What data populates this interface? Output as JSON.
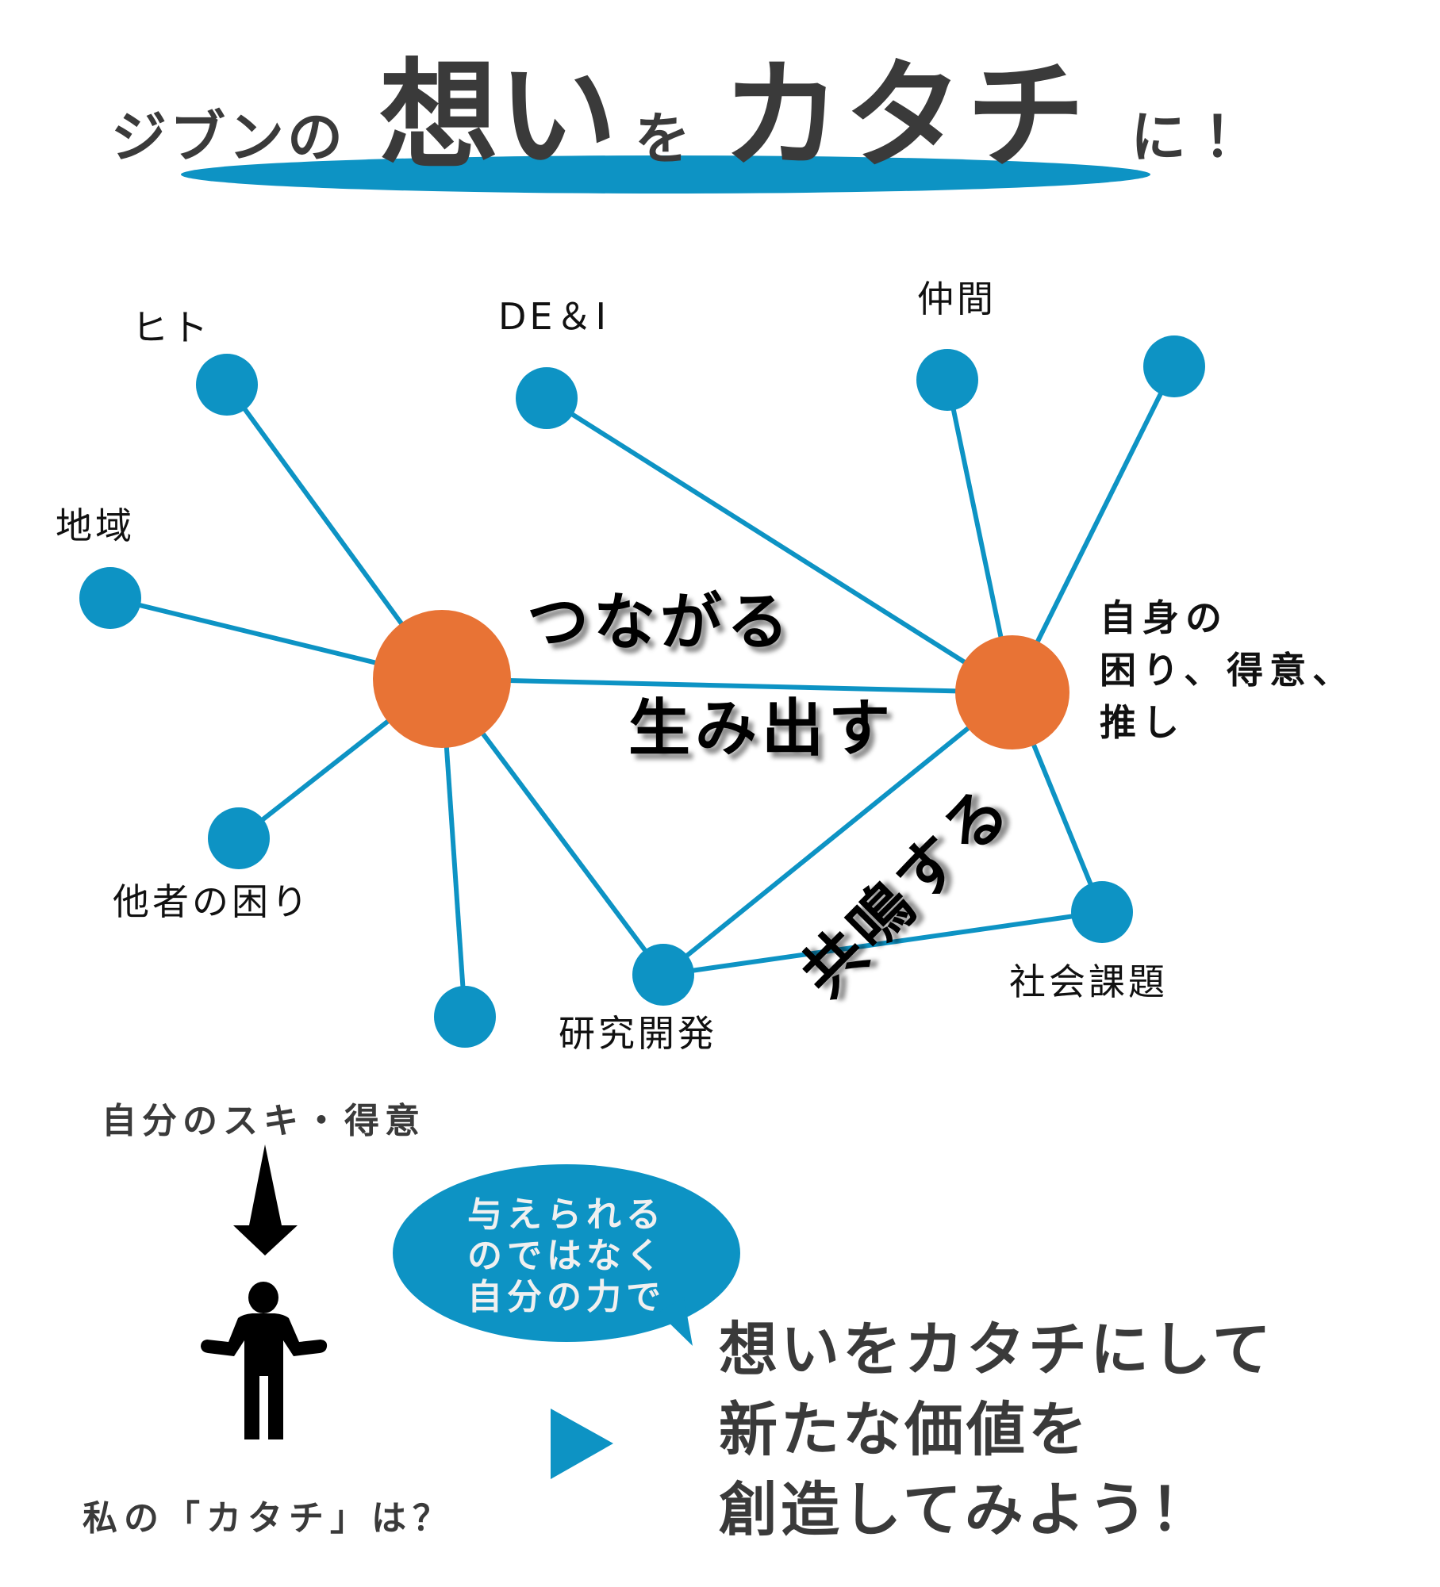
{
  "title": {
    "part1": "ジブンの",
    "part2": "想い",
    "part3": "を",
    "part4": "カタチ",
    "part5": "に！",
    "underline_color": "#0d93c4",
    "text_color": "#3a3a3a"
  },
  "colors": {
    "node_blue": "#0d93c4",
    "node_orange": "#e87335",
    "edge": "#0d93c4",
    "text_dark": "#3a3a3a"
  },
  "network": {
    "hubs": [
      {
        "id": "hub-left",
        "label": ""
      },
      {
        "id": "hub-right",
        "label": "自身の\n困り、得意、\n推し"
      }
    ],
    "nodes": [
      {
        "id": "hito",
        "label": "ヒト"
      },
      {
        "id": "dei",
        "label": "DE＆I"
      },
      {
        "id": "nakama",
        "label": "仲間"
      },
      {
        "id": "top-right",
        "label": ""
      },
      {
        "id": "chiiki",
        "label": "地域"
      },
      {
        "id": "tasha",
        "label": "他者の困り"
      },
      {
        "id": "bottom",
        "label": ""
      },
      {
        "id": "kenkyu",
        "label": "研究開発"
      },
      {
        "id": "shakai",
        "label": "社会課題"
      }
    ],
    "actions": {
      "connect": "つながる",
      "create": "生み出す",
      "resonate": "共鳴する"
    }
  },
  "bottom": {
    "strength_label": "自分のスキ・得意",
    "question_label": "私の「カタチ」は？",
    "bubble_text": "与えられる\nのではなく\n自分の力で",
    "cta": "想いをカタチにして\n新たな価値を\n創造してみよう！"
  }
}
